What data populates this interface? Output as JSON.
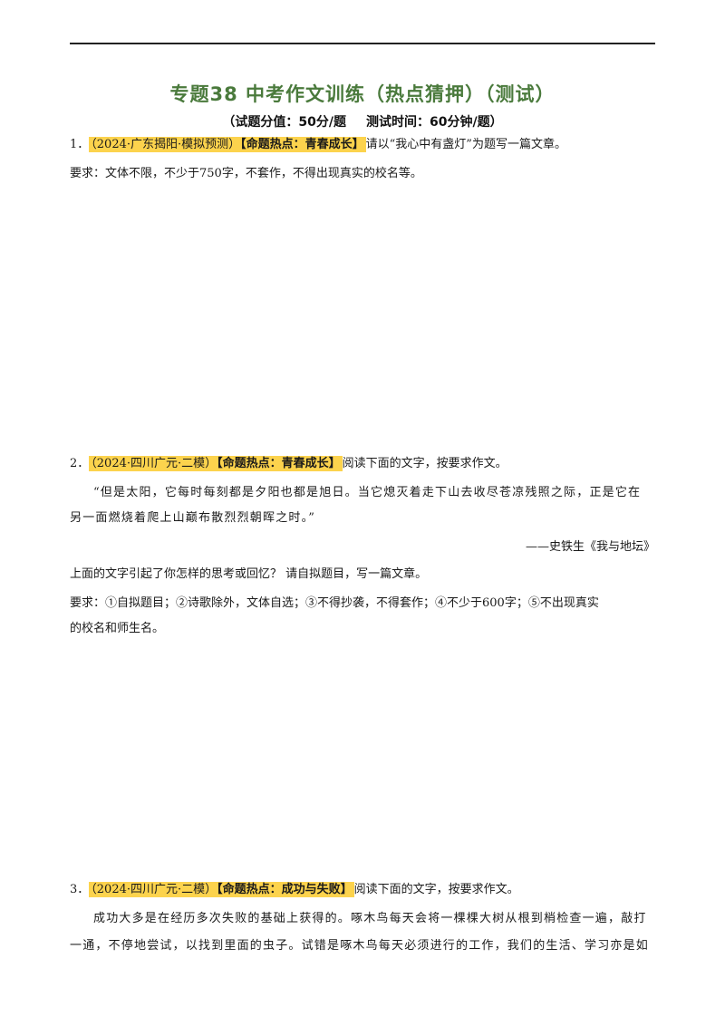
{
  "header": {
    "title": "专题38 中考作文训练（热点猜押）（测试）",
    "subtitle_score": "（试题分值：50分/题",
    "subtitle_time": "测试时间：60分钟/题）"
  },
  "questions": [
    {
      "number": "1．",
      "source": "（2024·广东揭阳·模拟预测）",
      "tag": "【命题热点：青春成长】",
      "prompt": "请以“我心中有盏灯”为题写一篇文章。",
      "requirement": "要求：文体不限，不少于750字，不套作，不得出现真实的校名等。"
    },
    {
      "number": "2．",
      "source": "（2024·四川广元·二模）",
      "tag": "【命题热点：青春成长】",
      "prompt": "阅读下面的文字，按要求作文。",
      "quote_line1": "“但是太阳，它每时每刻都是夕阳也都是旭日。当它熄灭着走下山去收尽苍凉残照之际，正是它在",
      "quote_line2": "另一面燃烧着爬上山巅布散烈烈朝晖之时。”",
      "attribution": "——史铁生《我与地坛》",
      "question": "上面的文字引起了你怎样的思考或回忆？ 请自拟题目，写一篇文章。",
      "requirement_line1": "要求：①自拟题目；②诗歌除外，文体自选；③不得抄袭，不得套作；④不少于600字；⑤不出现真实",
      "requirement_line2": "的校名和师生名。"
    },
    {
      "number": "3．",
      "source": "（2024·四川广元·二模）",
      "tag": "【命题热点：成功与失败】",
      "prompt": "阅读下面的文字，按要求作文。",
      "text_line1": "成功大多是在经历多次失败的基础上获得的。啄木鸟每天会将一棵棵大树从根到梢检查一遍，敲打",
      "text_line2": "一通，不停地尝试，以找到里面的虫子。试错是啄木鸟每天必须进行的工作，我们的生活、学习亦是如"
    }
  ],
  "colors": {
    "title": "#4a7a3c",
    "highlight": "#fcd34d"
  }
}
